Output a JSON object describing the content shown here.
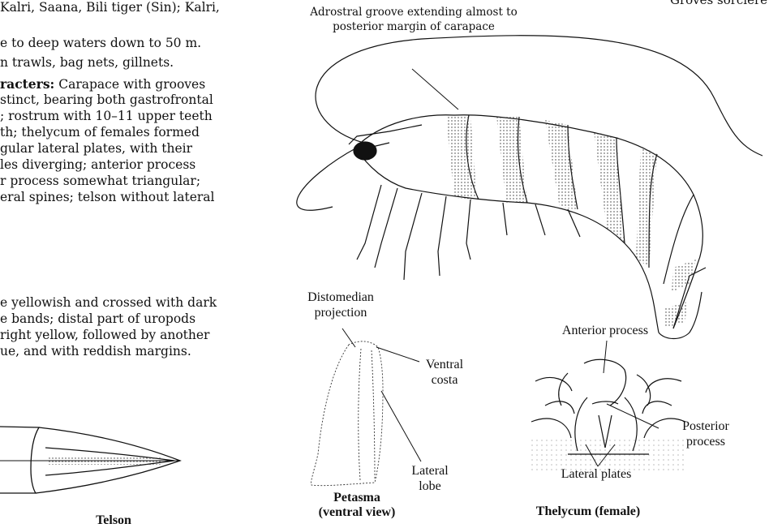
{
  "header_right": "Groves sorciere (Fr.",
  "left_text": {
    "line1": "Kalri, Saana, Bili tiger (Sin); Kalri,",
    "line2": "e to deep waters down to 50 m.",
    "line3": "n trawls, bag nets, gillnets.",
    "line4_bold": "racters:",
    "line4_rest": " Carapace with grooves",
    "lines_chars": [
      "stinct, bearing both gastrofrontal",
      "; rostrum with 10–11 upper teeth",
      "th; thelycum of females formed",
      "gular lateral plates, with their",
      "les diverging; anterior process",
      "r process somewhat triangular;",
      "eral spines; telson without lateral"
    ],
    "lines_colour": [
      "e yellowish and crossed with dark",
      "e bands; distal part of uropods",
      "right yellow, followed by another",
      "ue, and with reddish margins."
    ]
  },
  "labels": {
    "adrostral_line1": "Adrostral groove extending almost to",
    "adrostral_line2": "posterior margin of carapace",
    "distomedian_line1": "Distomedian",
    "distomedian_line2": "projection",
    "ventral_line1": "Ventral",
    "ventral_line2": "costa",
    "lateral_line1": "Lateral",
    "lateral_line2": "lobe",
    "anterior_process": "Anterior process",
    "posterior_line1": "Posterior",
    "posterior_line2": "process",
    "lateral_plates": "Lateral plates"
  },
  "captions": {
    "telson": "Telson",
    "petasma_line1": "Petasma",
    "petasma_line2": "(ventral view)",
    "thelycum": "Thelycum (female)"
  }
}
